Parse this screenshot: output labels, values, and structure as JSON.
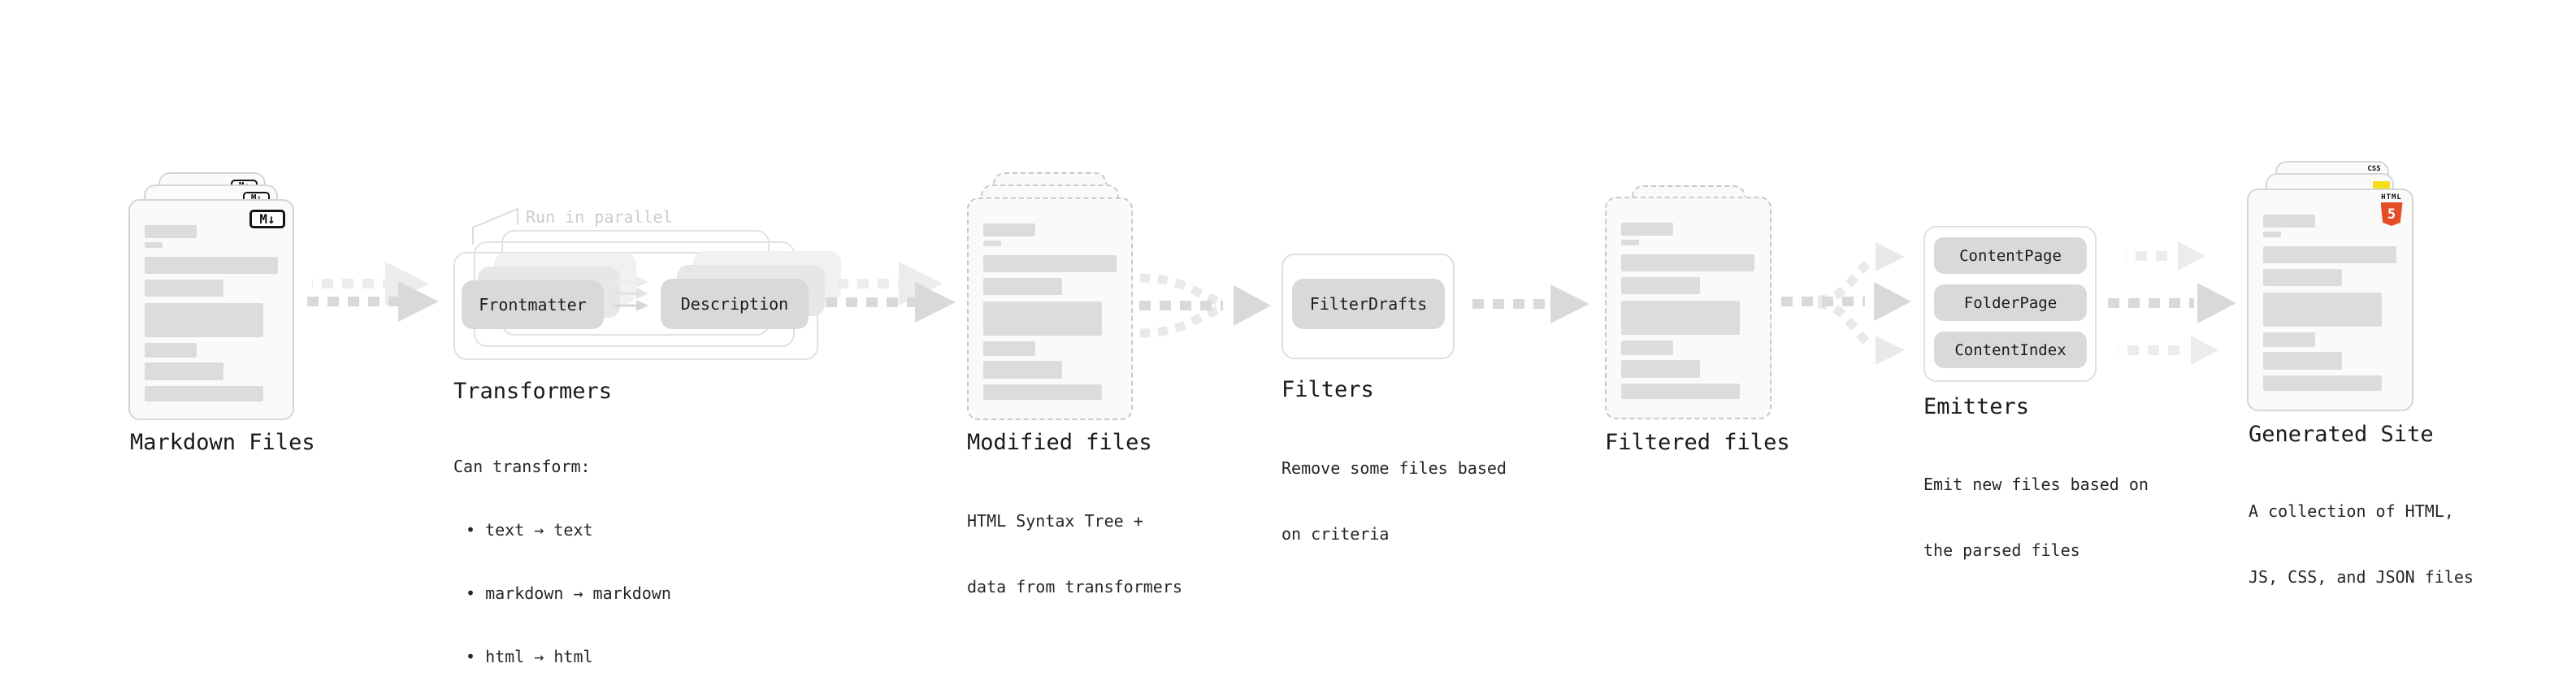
{
  "colors": {
    "background": "#ffffff",
    "card_fill": "#fafafa",
    "card_border": "#d6d6d6",
    "dashed_border": "#c9c9c9",
    "placeholder_bar": "#dcdcdc",
    "pill_gray": "#d9d9d9",
    "arrow_gray": "#d9d9d9",
    "arrow_ghost": "#ececec",
    "heading_text": "#1a1a1a",
    "annotation_gray": "#cdcdcd",
    "markdown_badge_black": "#141414",
    "html5_orange": "#e44d26",
    "js_yellow": "#f5de19",
    "css_blue": "#2f6bf0"
  },
  "markdown": {
    "label": "Markdown Files",
    "badge": "M↓"
  },
  "transformers": {
    "annotation": "Run in parallel",
    "pill_left": "Frontmatter",
    "pill_right": "Description",
    "label": "Transformers",
    "desc": [
      "Can transform:",
      "• text → text",
      "• markdown → markdown",
      "• html → html"
    ]
  },
  "modified": {
    "label": "Modified files",
    "desc": [
      "HTML Syntax Tree +",
      "data from transformers"
    ]
  },
  "filters": {
    "pill": "FilterDrafts",
    "label": "Filters",
    "desc": [
      "Remove some files based",
      "on criteria"
    ]
  },
  "filtered": {
    "label": "Filtered files"
  },
  "emitters": {
    "pills": [
      "ContentPage",
      "FolderPage",
      "ContentIndex"
    ],
    "label": "Emitters",
    "desc": [
      "Emit new files based on",
      "the parsed files"
    ]
  },
  "generated": {
    "label": "Generated Site",
    "badge_css": "CSS",
    "badge_html_word": "HTML",
    "badge_html_number": "5",
    "desc": [
      "A collection of HTML,",
      "JS, CSS, and JSON files"
    ]
  },
  "connections": [
    "Markdown Files → Transformers",
    "Transformers → Modified files",
    "Modified files → Filters",
    "Filters → Filtered files",
    "Filtered files → Emitters",
    "Emitters → Generated Site"
  ]
}
